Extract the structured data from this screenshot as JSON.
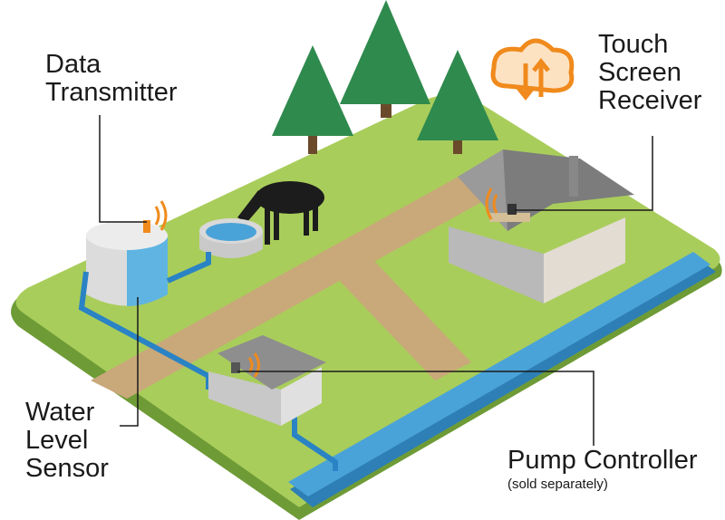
{
  "labels": {
    "data_transmitter": [
      "Data",
      "Transmitter"
    ],
    "touch_screen_receiver": [
      "Touch",
      "Screen",
      "Receiver"
    ],
    "water_level_sensor": [
      "Water",
      "Level",
      "Sensor"
    ],
    "pump_controller": "Pump Controller",
    "pump_controller_note": "(sold separately)"
  },
  "colors": {
    "grass": "#a9cd5b",
    "grass_edge": "#6e9b36",
    "road": "#c9a87a",
    "water": "#4aa3d8",
    "signal": "#f08a1c",
    "tree": "#2f8a4e"
  },
  "icons": [
    "cloud-sync-icon",
    "signal-waves-icon",
    "tree-icon",
    "cow-icon",
    "water-tank-icon",
    "water-trough-icon",
    "house-icon",
    "pump-house-icon"
  ]
}
